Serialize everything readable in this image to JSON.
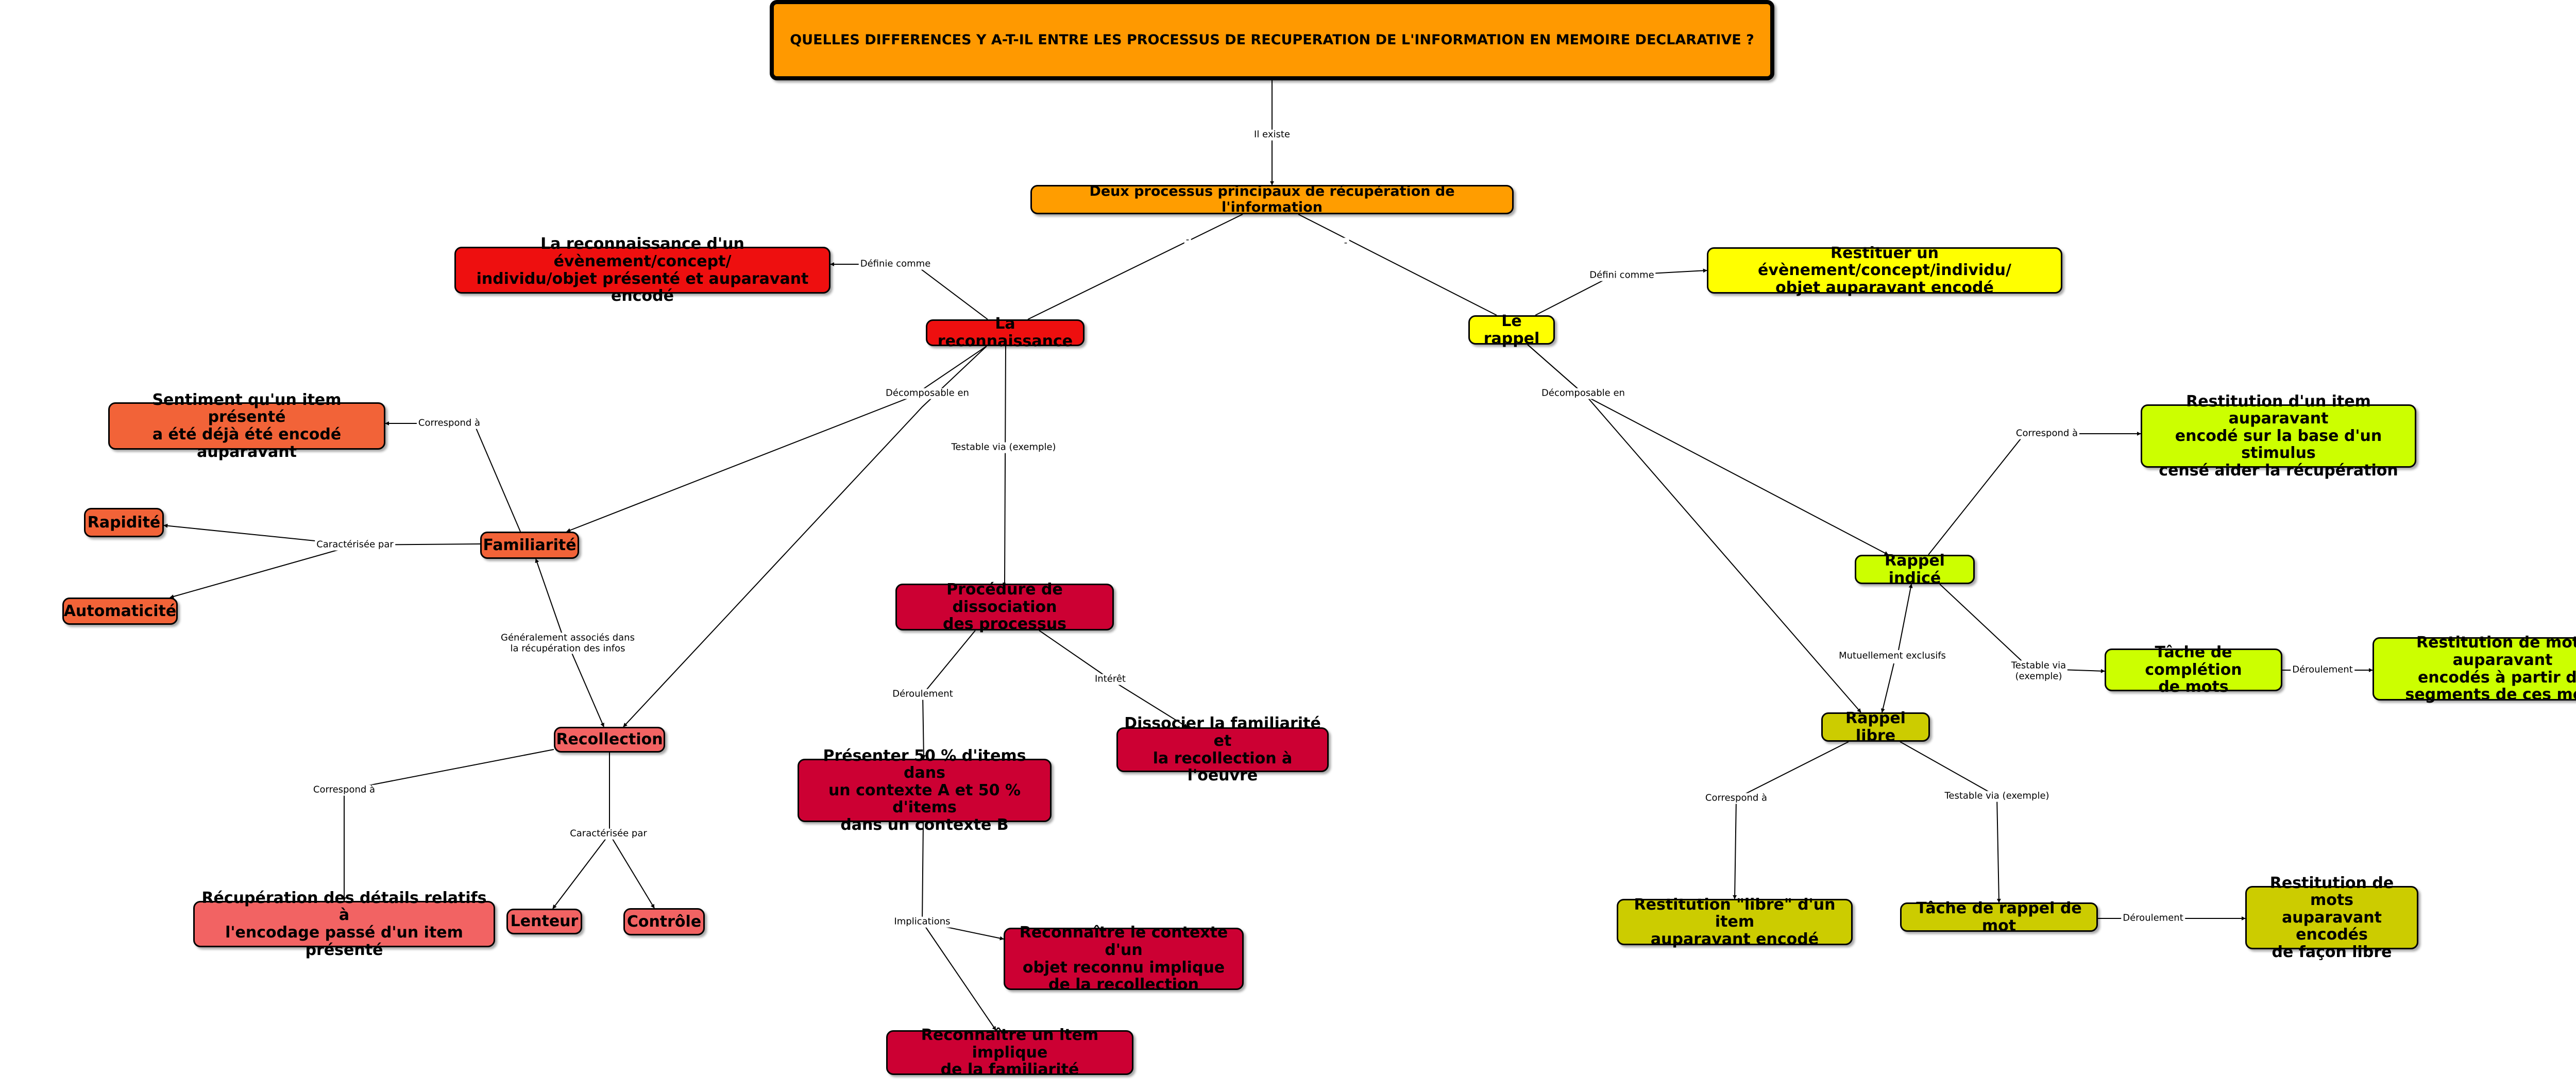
{
  "colors": {
    "title": "#ff9900",
    "processes": "#ff9d00",
    "reconnaissance": "#ee0f0f",
    "familiarite": "#f26338",
    "recollection": "#f26363",
    "dissociation": "#cc0033",
    "rappel": "#ffff00",
    "rappel_indice": "#ccff00",
    "rappel_libre": "#cccc00",
    "edge": "#000000"
  },
  "nodes": {
    "title": "QUELLES DIFFERENCES Y A-T-IL ENTRE LES PROCESSUS DE RECUPERATION DE L'INFORMATION EN MEMOIRE DECLARATIVE ?",
    "deux_processus": "Deux processus principaux de récupération de l'information",
    "reconnaissance": "La reconnaissance",
    "def_reconnaissance": "La reconnaissance d'un évènement/concept/\nindividu/objet présenté et auparavant encodé",
    "rappel": "Le rappel",
    "def_rappel": "Restituer un évènement/concept/individu/\nobjet auparavant encodé",
    "sentiment": "Sentiment qu'un item présenté\na été déjà été encodé auparavant",
    "familiarite": "Familiarité",
    "rapidite": "Rapidité",
    "automaticite": "Automaticité",
    "recollection": "Recollection",
    "recup_details": "Récupération des détails relatifs à\nl'encodage passé d'un item présenté",
    "lenteur": "Lenteur",
    "controle": "Contrôle",
    "procedure": "Procédure de dissociation\ndes processus",
    "presenter": "Présenter 50 % d'items dans\nun contexte A et 50 % d'items\ndans un contexte B",
    "dissocier": "Dissocier la familiarité et\nla recollection à l'oeuvre",
    "reconnaitre_contexte": "Reconnaître le contexte d'un\nobjet reconnu implique\nde la recollection",
    "reconnaitre_item": "Reconnaître un item implique\nde la familiarité",
    "restitution_indice": "Restitution d'un item auparavant\nencodé sur la base d'un stimulus\ncensé aider la récupération",
    "rappel_indice": "Rappel indicé",
    "tache_completion": "Tâche de complétion\nde mots",
    "restitution_segments": "Restitution de mots auparavant\nencodés à partir de\nsegments de ces mots",
    "rappel_libre": "Rappel libre",
    "restitution_libre": "Restitution \"libre\" d'un item\nauparavant encodé",
    "tache_rappel_mot": "Tâche de rappel de mot",
    "restitution_mots_libre": "Restitution de mots\nauparavant encodés\nde façon libre"
  },
  "links": {
    "il_existe": "Il existe",
    "definie_comme": "Définie comme",
    "defini_comme": "Défini comme",
    "decomposable_left": "Décomposable en",
    "testable_exemple": "Testable via (exemple)",
    "decomposable_right": "Décomposable en",
    "correspond_sentiment": "Correspond à",
    "caracterisee_fam": "Caractérisée par",
    "generalement": "Généralement associés dans\nla récupération des infos",
    "correspond_recup": "Correspond à",
    "caracterisee_rec": "Caractérisée par",
    "deroulement_proc": "Déroulement",
    "interet": "Intérêt",
    "implications": "Implications",
    "correspond_indice": "Correspond à",
    "mutuellement": "Mutuellement exclusifs",
    "testable_completion": "Testable via\n(exemple)",
    "deroulement_completion": "Déroulement",
    "correspond_libre": "Correspond à",
    "testable_rappel_mot": "Testable via (exemple)",
    "deroulement_rappel_mot": "Déroulement",
    "tick_left": "-",
    "tick_right": "-"
  }
}
